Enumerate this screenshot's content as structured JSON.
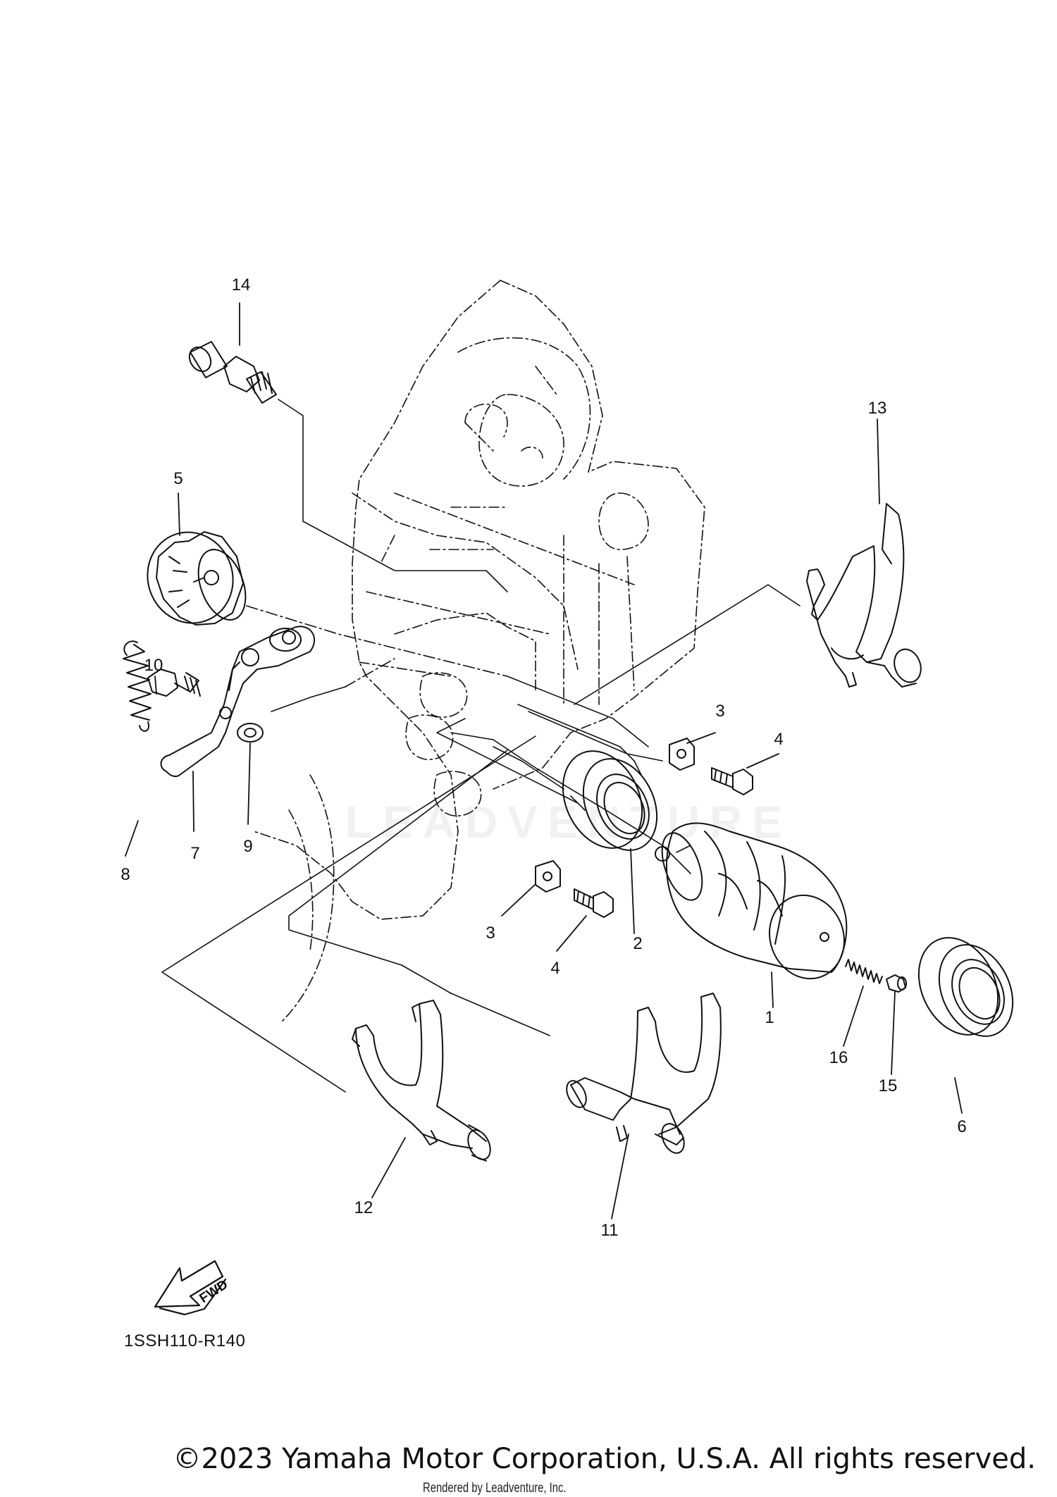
{
  "callouts": [
    {
      "n": "1"
    },
    {
      "n": "2"
    },
    {
      "n": "3"
    },
    {
      "n": "3"
    },
    {
      "n": "4"
    },
    {
      "n": "4"
    },
    {
      "n": "5"
    },
    {
      "n": "6"
    },
    {
      "n": "7"
    },
    {
      "n": "8"
    },
    {
      "n": "9"
    },
    {
      "n": "10"
    },
    {
      "n": "11"
    },
    {
      "n": "12"
    },
    {
      "n": "13"
    },
    {
      "n": "14"
    },
    {
      "n": "15"
    },
    {
      "n": "16"
    }
  ],
  "fwd_label": "FWD",
  "diagram_code": "1SSH110-R140",
  "copyright": "©2023 Yamaha Motor Corporation, U.S.A. All rights reserved.",
  "watermark": "LEADVENTURE",
  "rendered_by": "Rendered by Leadventure, Inc.",
  "colors": {
    "ink": "#111111",
    "background": "#ffffff"
  }
}
